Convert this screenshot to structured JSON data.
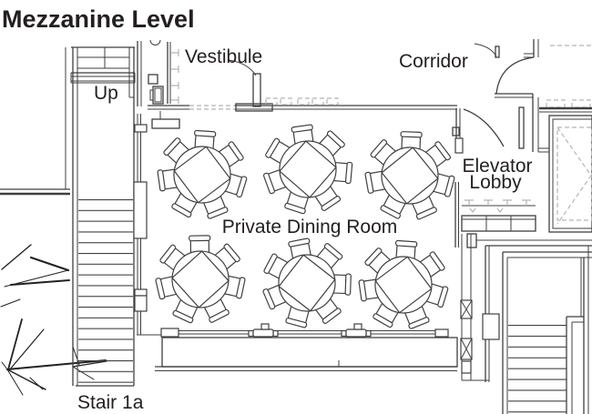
{
  "title": "Mezzanine Level",
  "labels": {
    "up": "Up",
    "vestibule": "Vestibule",
    "corridor": "Corridor",
    "elevator_lobby": {
      "line1": "Elevator",
      "line2": "Lobby"
    },
    "private_dining_room": "Private Dining Room",
    "stair_1a": "Stair 1a"
  },
  "furniture": {
    "dining_tables": 6,
    "chairs_per_table": 7
  },
  "colors": {
    "line": "#3f3f3f",
    "light_dash": "#b5b5b5",
    "text": "#231f20",
    "background": "#ffffff"
  }
}
